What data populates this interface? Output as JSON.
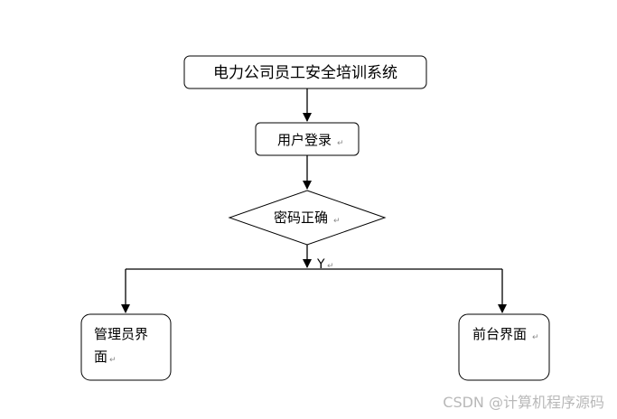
{
  "diagram": {
    "title_node": "电力公司员工安全培训系统",
    "login_node": "用户登录",
    "decision_node": "密码正确",
    "yes_label": "Y",
    "admin_node": {
      "line1": "管理员界",
      "line2": "面"
    },
    "frontend_node": "前台界面",
    "paragraph_mark": "↵"
  },
  "watermark": "CSDN @计算机程序源码",
  "colors": {
    "stroke": "#000000",
    "text": "#000000",
    "watermark": "#b8b8b8"
  }
}
